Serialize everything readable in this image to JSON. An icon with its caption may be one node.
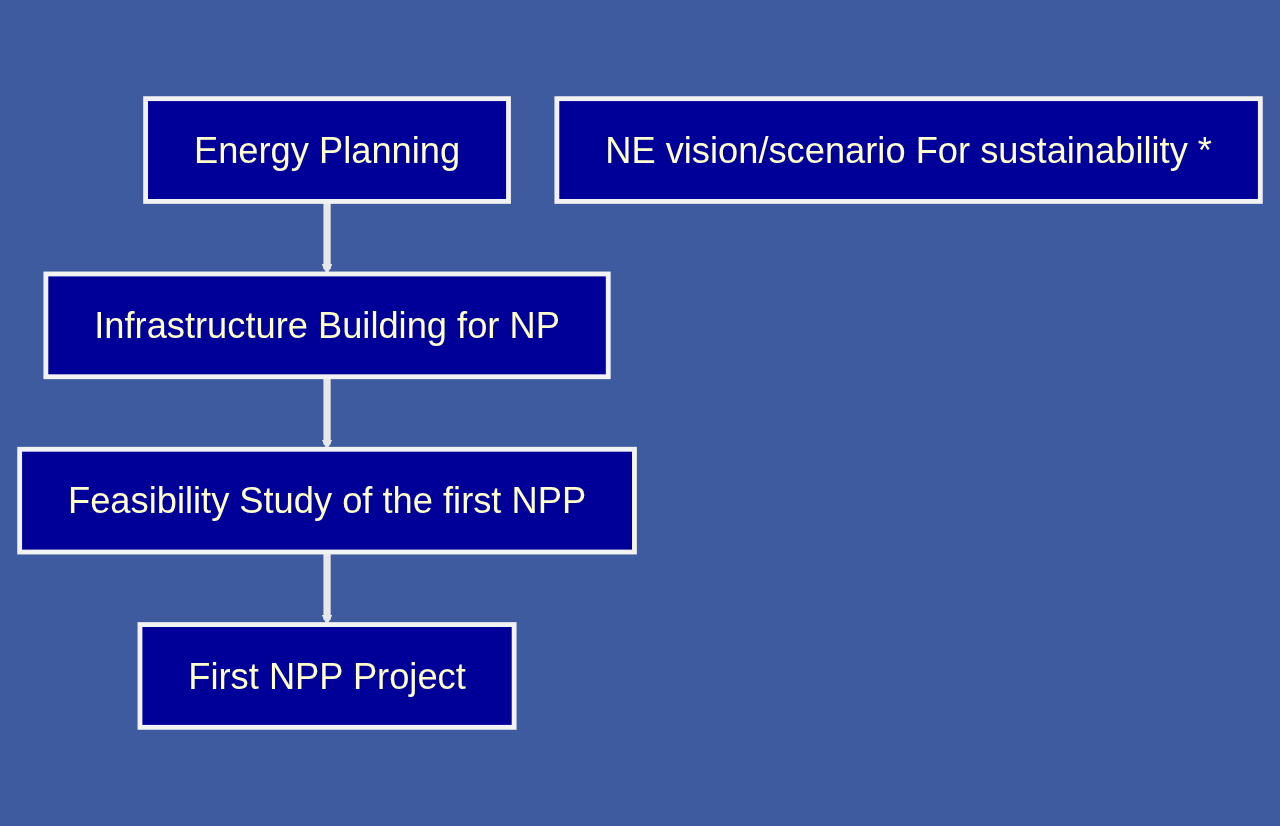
{
  "diagram": {
    "nodes": [
      {
        "text": [
          "Energy Planning"
        ]
      },
      {
        "text": [
          "Infrastructure Building for NP"
        ]
      },
      {
        "text": [
          "NE vision/scenario For sustainability *"
        ]
      },
      {
        "text": [
          "Feasibility Study of the first NPP"
        ]
      },
      {
        "text": [
          "First NPP Project"
        ]
      }
    ],
    "edges": [
      {
        "from": 0,
        "to": 1,
        "arrow": "to"
      },
      {
        "from": 1,
        "to": 3,
        "arrow": "to"
      },
      {
        "from": 3,
        "to": 4,
        "arrow": "to"
      }
    ]
  }
}
